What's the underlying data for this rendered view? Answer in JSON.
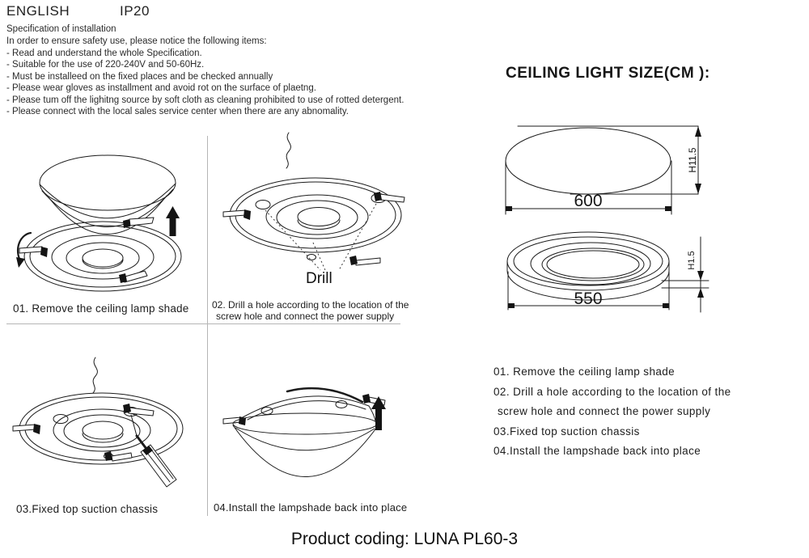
{
  "header": {
    "language": "ENGLISH",
    "ip_rating": "IP20"
  },
  "specification": {
    "title": "Specification of installation",
    "intro": "In order to ensure safety use, please notice the following items:",
    "items": [
      "- Read and understand the whole Specification.",
      "- Suitable for the use of 220-240V and 50-60Hz.",
      "- Must be installeed on the fixed places and be checked annually",
      "- Please wear gloves as installment and avoid rot on the surface of plaetng.",
      "- Please tum off the lighitng source by soft cloth as cleaning prohibited to use of rotted detergent.",
      "- Please connect with the local sales service center when there are any abnomality."
    ]
  },
  "size_section": {
    "title": "CEILING LIGHT SIZE(CM ):",
    "shade": {
      "diameter": "600",
      "height": "H11.5"
    },
    "base": {
      "diameter": "550",
      "height": "H1.5"
    }
  },
  "panels": [
    {
      "caption": "01. Remove the ceiling lamp shade"
    },
    {
      "caption_line1": "02. Drill a hole according to the location of the",
      "caption_line2": "screw hole and connect the power supply",
      "drill_label": "Drill"
    },
    {
      "caption": "03.Fixed top suction chassis"
    },
    {
      "caption": "04.Install the lampshade back into place"
    }
  ],
  "steps": [
    "01. Remove the ceiling lamp shade",
    "02. Drill a hole according to the location of the",
    "screw hole and connect the power supply",
    "03.Fixed top suction chassis",
    "04.Install the lampshade back into place"
  ],
  "footer": {
    "product_coding": "Product coding: LUNA PL60-3"
  }
}
